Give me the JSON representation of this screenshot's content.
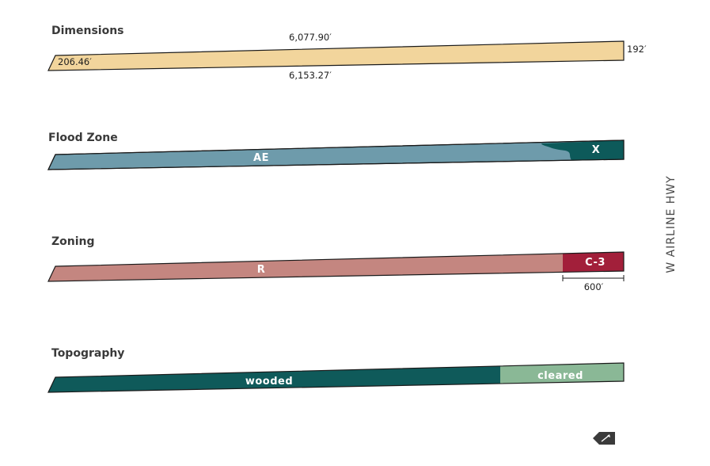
{
  "sections": {
    "dimensions": {
      "title": "Dimensions",
      "top_length": "6,077.90′",
      "bottom_length": "6,153.27′",
      "left_width": "206.46′",
      "right_width": "192′",
      "fill_color": "#f2d59c"
    },
    "flood_zone": {
      "title": "Flood Zone",
      "zones": [
        {
          "label": "AE",
          "color": "#6e9bab"
        },
        {
          "label": "X",
          "color": "#0d5a5a"
        }
      ]
    },
    "zoning": {
      "title": "Zoning",
      "zones": [
        {
          "label": "R",
          "color": "#c48680"
        },
        {
          "label": "C-3",
          "color": "#a21f3a"
        }
      ],
      "c3_depth": "600′"
    },
    "topography": {
      "title": "Topography",
      "zones": [
        {
          "label": "wooded",
          "color": "#0f5a5a"
        },
        {
          "label": "cleared",
          "color": "#8ab896"
        }
      ]
    }
  },
  "road_label": "W AIRLINE HWY",
  "north_arrow_icon": "north-arrow-icon"
}
